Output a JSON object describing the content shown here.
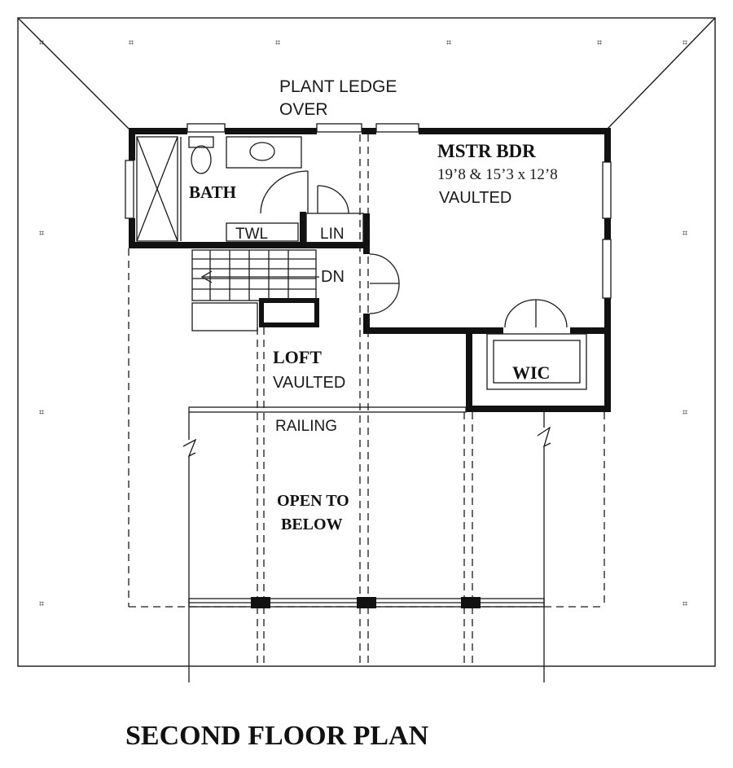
{
  "plan_title": "SECOND FLOOR PLAN",
  "rooms": {
    "master_bedroom": {
      "name": "MSTR BDR",
      "dimensions": "19’8 & 15’3 x 12’8",
      "ceiling": "VAULTED"
    },
    "bath": {
      "name": "BATH"
    },
    "towel": {
      "name": "TWL"
    },
    "linen": {
      "name": "LIN"
    },
    "loft": {
      "name": "LOFT",
      "ceiling": "VAULTED"
    },
    "walk_in_closet": {
      "name": "WIC"
    },
    "open_to_below": {
      "line1": "OPEN TO",
      "line2": "BELOW"
    }
  },
  "notes": {
    "plant_ledge_line1": "PLANT LEDGE",
    "plant_ledge_line2": "OVER",
    "stairs": "DN",
    "railing": "RAILING"
  }
}
